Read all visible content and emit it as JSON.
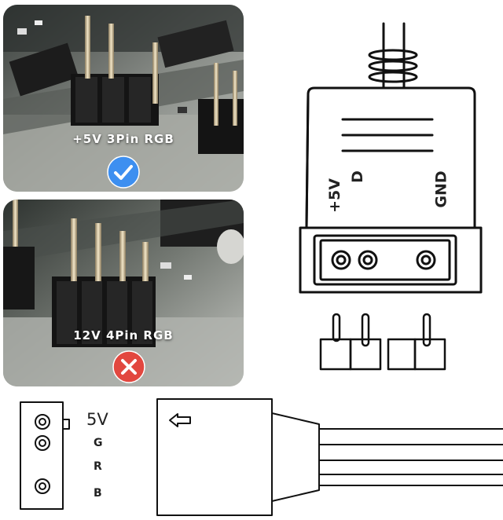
{
  "panel_ok": {
    "label": "+5V 3Pin RGB",
    "status_icon": "checkmark-icon",
    "status_color": "#3d8ff0"
  },
  "panel_bad": {
    "label": "12V 4Pin RGB",
    "status_icon": "cross-icon",
    "status_color": "#e2473f"
  },
  "connector_labels": {
    "v5": "+5V",
    "data": "D",
    "gnd": "GND"
  },
  "pin_labels": {
    "v5": "5V",
    "g": "G",
    "r": "R",
    "b": "B"
  }
}
